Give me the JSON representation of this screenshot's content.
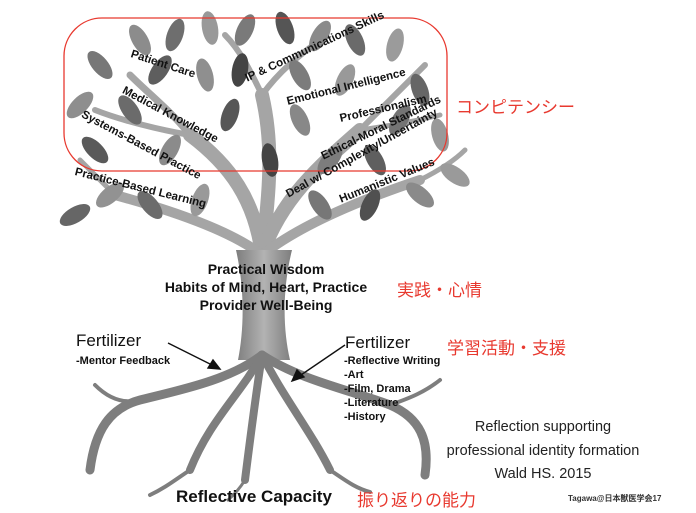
{
  "competency_labels": [
    "Patient Care",
    "IP & Communications Skills",
    "Emotional Intelligence",
    "Medical Knowledge",
    "Professionalism",
    "Ethical-Moral Standards",
    "Systems-Based Practice",
    "Deal w/ Complexity/Uncertainty",
    "Practice-Based Learning",
    "Humanistic Values"
  ],
  "competency_jp": "コンピテンシー",
  "trunk": {
    "lines": [
      "Practical Wisdom",
      "Habits of Mind, Heart, Practice",
      "Provider Well-Being"
    ],
    "jp": "実践・心情"
  },
  "fertilizer_left": {
    "title": "Fertilizer",
    "items": [
      "-Mentor Feedback"
    ]
  },
  "fertilizer_right": {
    "title": "Fertilizer",
    "items": [
      "-Reflective Writing",
      "-Art",
      "-Film, Drama",
      "-Literature",
      "-History"
    ],
    "jp": "学習活動・支援"
  },
  "caption": [
    "Reflection supporting",
    "professional identity formation",
    "Wald HS.  2015"
  ],
  "roots": {
    "title": "Reflective Capacity",
    "jp": "振り返りの能力"
  },
  "credit": "Tagawa@日本獣医学会17",
  "colors": {
    "accent_red": "#e8392f",
    "leaf_gray": "#8a8a8a",
    "trunk_gray": "#9a9a9a"
  }
}
